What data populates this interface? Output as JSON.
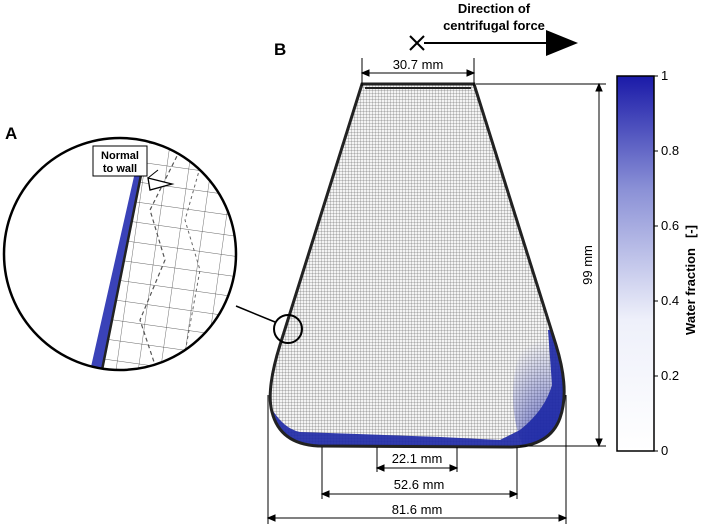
{
  "panels": {
    "a": "A",
    "b": "B"
  },
  "inset": {
    "normal_line1": "Normal",
    "normal_line2": "to wall"
  },
  "force": {
    "line1": "Direction of",
    "line2": "centrifugal force"
  },
  "dimensions": {
    "top_width": "30.7 mm",
    "height": "99 mm",
    "bottom_inner": "22.1 mm",
    "bottom_mid": "52.6 mm",
    "bottom_outer": "81.6 mm"
  },
  "colorbar": {
    "label": "Water fraction",
    "unit": "[-]",
    "ticks": [
      "1",
      "0.8",
      "0.6",
      "0.4",
      "0.2",
      "0"
    ],
    "color_low": "#ffffff",
    "color_high": "#1a1aa8"
  },
  "colors": {
    "water": "#1f2aa6",
    "mesh": "#333333"
  }
}
